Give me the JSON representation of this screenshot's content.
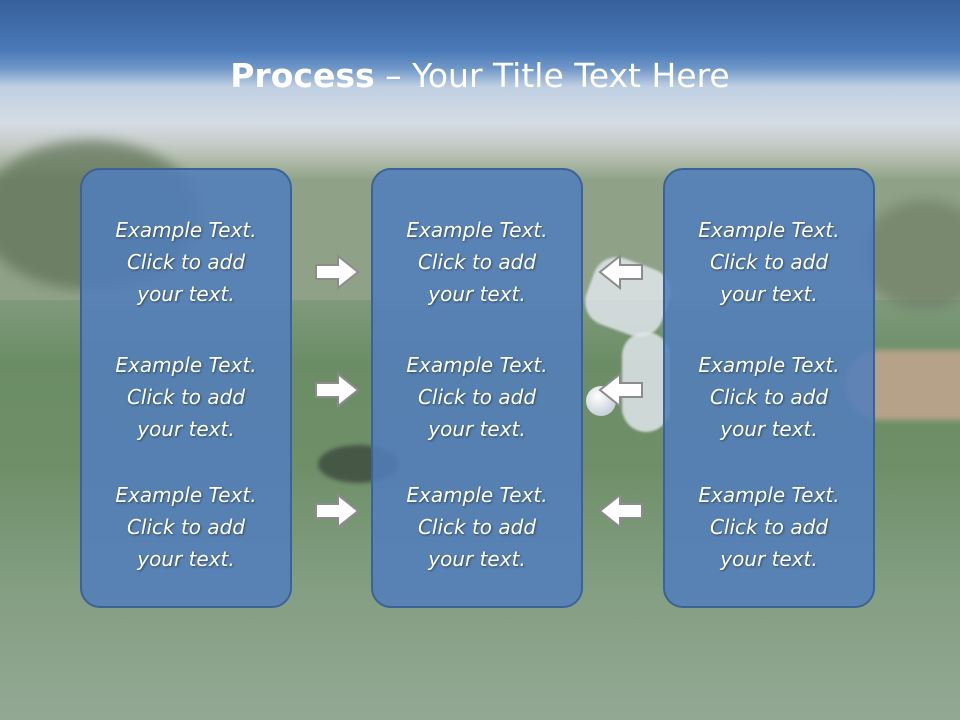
{
  "slide": {
    "title_bold": "Process",
    "title_rest": " – Your Title Text Here",
    "columns": [
      {
        "items": [
          {
            "line1": "Example Text.",
            "line2": "Click  to add",
            "line3": "your text."
          },
          {
            "line1": "Example Text.",
            "line2": "Click  to add",
            "line3": "your text."
          },
          {
            "line1": "Example Text.",
            "line2": "Click  to add",
            "line3": "your text."
          }
        ]
      },
      {
        "items": [
          {
            "line1": "Example Text.",
            "line2": "Click  to add",
            "line3": "your text."
          },
          {
            "line1": "Example Text.",
            "line2": "Click  to add",
            "line3": "your text."
          },
          {
            "line1": "Example Text.",
            "line2": "Click  to add",
            "line3": "your text."
          }
        ]
      },
      {
        "items": [
          {
            "line1": "Example Text.",
            "line2": "Click  to add",
            "line3": "your text."
          },
          {
            "line1": "Example Text.",
            "line2": "Click  to add",
            "line3": "your text."
          },
          {
            "line1": "Example Text.",
            "line2": "Click  to add",
            "line3": "your text."
          }
        ]
      }
    ],
    "arrows_left": [
      "arrow-right-icon",
      "arrow-right-icon",
      "arrow-right-icon"
    ],
    "arrows_right": [
      "arrow-left-icon",
      "arrow-left-icon",
      "arrow-left-icon"
    ]
  },
  "colors": {
    "panel_fill": "#527ebd",
    "panel_border": "#3b6395",
    "title_band": "#4a79b8",
    "arrow_fill": "#ffffff",
    "arrow_stroke": "#8c8c8c"
  }
}
